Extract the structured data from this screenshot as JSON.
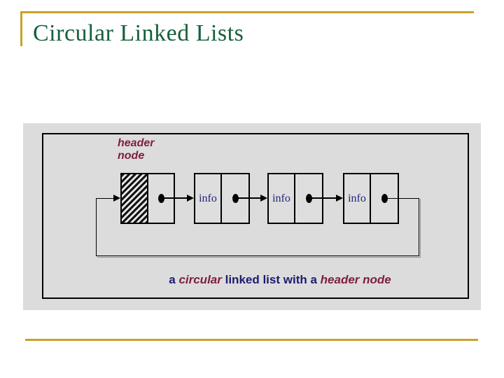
{
  "slide": {
    "title": "Circular Linked Lists"
  },
  "colors": {
    "accent_gold": "#C9A227",
    "title_green": "#17603C",
    "panel_gray": "#DCDCDC",
    "maroon": "#7D1F3C",
    "caption_navy": "#1B1B70",
    "info_navy": "#22227E"
  },
  "diagram": {
    "header_label_line1": "header",
    "header_label_line2": "node",
    "nodes": [
      {
        "label": "info"
      },
      {
        "label": "info"
      },
      {
        "label": "info"
      }
    ],
    "caption_parts": [
      {
        "text": "a",
        "style": "navy"
      },
      {
        "text": "circular",
        "style": "maroon-italic"
      },
      {
        "text": "linked list with a",
        "style": "navy"
      },
      {
        "text": "header node",
        "style": "maroon-italic"
      }
    ]
  }
}
